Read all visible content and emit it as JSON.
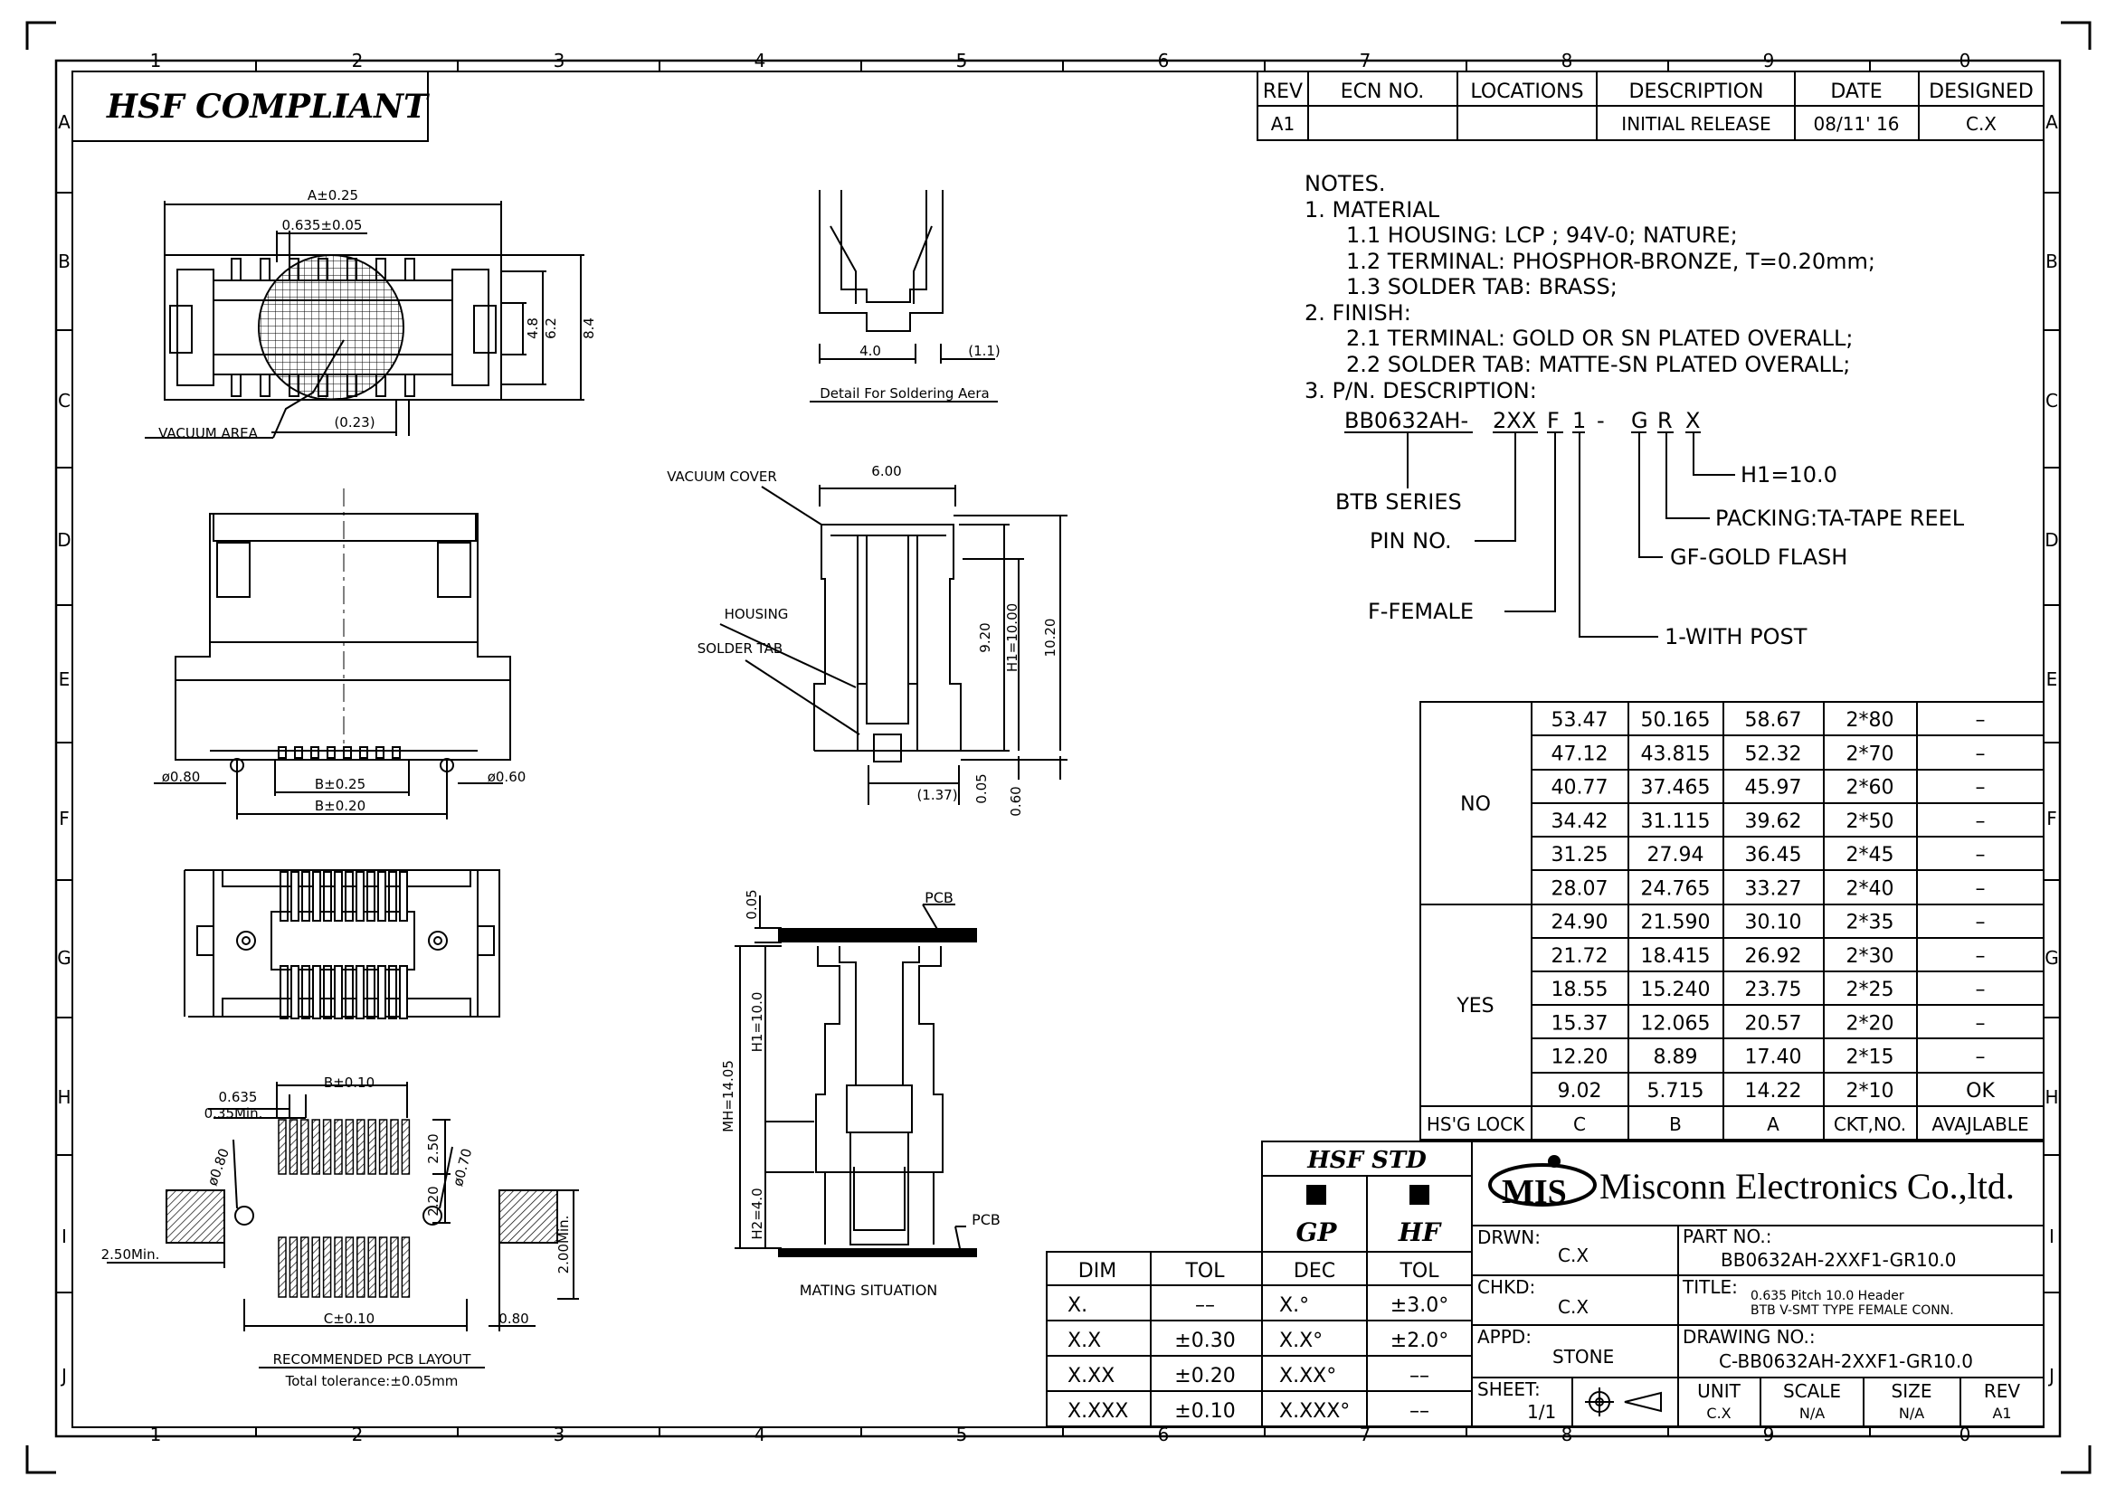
{
  "border": {
    "cols": [
      "1",
      "2",
      "3",
      "4",
      "5",
      "6",
      "7",
      "8",
      "9",
      "0"
    ],
    "rows": [
      "A",
      "B",
      "C",
      "D",
      "E",
      "F",
      "G",
      "H",
      "I",
      "J"
    ]
  },
  "hsf_compliant": "HSF COMPLIANT",
  "rev_table": {
    "headers": [
      "REV",
      "ECN NO.",
      "LOCATIONS",
      "DESCRIPTION",
      "DATE",
      "DESIGNED"
    ],
    "row": [
      "A1",
      "",
      "",
      "INITIAL RELEASE",
      "08/11' 16",
      "C.X"
    ]
  },
  "notes": {
    "title": "NOTES.",
    "lines": [
      "1.  MATERIAL",
      "1.1 HOUSING: LCP ; 94V-0; NATURE;",
      "1.2 TERMINAL: PHOSPHOR-BRONZE, T=0.20mm;",
      "1.3 SOLDER TAB: BRASS;",
      "2. FINISH:",
      "2.1 TERMINAL: GOLD OR SN PLATED OVERALL;",
      "2.2 SOLDER TAB: MATTE-SN PLATED OVERALL;",
      "3. P/N. DESCRIPTION:"
    ]
  },
  "pn": {
    "parts": [
      "BB0632AH-",
      "2XX",
      "F",
      "1",
      "-",
      "G",
      "R",
      "X"
    ],
    "labels": {
      "h1": "H1=10.0",
      "btb": "BTB  SERIES",
      "packing": "PACKING:TA-TAPE REEL",
      "pin": "PIN  NO.",
      "gf": "GF-GOLD  FLASH",
      "female": "F-FEMALE",
      "post": "1-WITH  POST"
    }
  },
  "size_table": {
    "groups": [
      {
        "label": "NO",
        "rows": 6
      },
      {
        "label": "YES",
        "rows": 6
      }
    ],
    "rows": [
      [
        "53.47",
        "50.165",
        "58.67",
        "2*80",
        "–"
      ],
      [
        "47.12",
        "43.815",
        "52.32",
        "2*70",
        "–"
      ],
      [
        "40.77",
        "37.465",
        "45.97",
        "2*60",
        "–"
      ],
      [
        "34.42",
        "31.115",
        "39.62",
        "2*50",
        "–"
      ],
      [
        "31.25",
        "27.94",
        "36.45",
        "2*45",
        "–"
      ],
      [
        "28.07",
        "24.765",
        "33.27",
        "2*40",
        "–"
      ],
      [
        "24.90",
        "21.590",
        "30.10",
        "2*35",
        "–"
      ],
      [
        "21.72",
        "18.415",
        "26.92",
        "2*30",
        "–"
      ],
      [
        "18.55",
        "15.240",
        "23.75",
        "2*25",
        "–"
      ],
      [
        "15.37",
        "12.065",
        "20.57",
        "2*20",
        "–"
      ],
      [
        "12.20",
        "8.89",
        "17.40",
        "2*15",
        "–"
      ],
      [
        "9.02",
        "5.715",
        "14.22",
        "2*10",
        "OK"
      ]
    ],
    "footer": [
      "HS'G LOCK",
      "C",
      "B",
      "A",
      "CKT,NO.",
      "AVAJLABLE"
    ]
  },
  "tol_table": {
    "headers": [
      "DIM",
      "TOL"
    ],
    "rows": [
      [
        "X.",
        "––"
      ],
      [
        "X.X",
        "±0.30"
      ],
      [
        "X.XX",
        "±0.20"
      ],
      [
        "X.XXX",
        "±0.10"
      ]
    ]
  },
  "hsf_std": {
    "title": "HSF  STD",
    "gp": "GP",
    "hf": "HF",
    "headers": [
      "DEC",
      "TOL"
    ],
    "rows": [
      [
        "X.°",
        "±3.0°"
      ],
      [
        "X.X°",
        "±2.0°"
      ],
      [
        "X.XX°",
        "––"
      ],
      [
        "X.XXX°",
        "––"
      ]
    ]
  },
  "title_block": {
    "logo": "MIS",
    "company": "Misconn Electronics Co.,ltd.",
    "drwn_label": "DRWN:",
    "drwn": "C.X",
    "chkd_label": "CHKD:",
    "chkd": "C.X",
    "appd_label": "APPD:",
    "appd": "STONE",
    "sheet_label": "SHEET:",
    "sheet": "1/1",
    "part_label": "PART  NO.:",
    "part": "BB0632AH-2XXF1-GR10.0",
    "title_label": "TITLE:",
    "title1": "0.635 Pitch 10.0 Header",
    "title2": "BTB V-SMT TYPE FEMALE CONN.",
    "drawing_label": "DRAWING  NO.:",
    "drawing": "C-BB0632AH-2XXF1-GR10.0",
    "unit_label": "UNIT",
    "unit": "C.X",
    "scale_label": "SCALE",
    "scale": "N/A",
    "size_label": "SIZE",
    "size": "N/A",
    "rev_label": "REV",
    "rev": "A1"
  },
  "view1": {
    "a": "A±0.25",
    "pitch": "0.635±0.05",
    "d48": "4.8",
    "d62": "6.2",
    "d84": "8.4",
    "vac": "VACUUM  AREA",
    "d023": "(0.23)"
  },
  "detail": {
    "d40": "4.0",
    "d11": "(1.1)",
    "label": "Detail  For  Soldering  Aera"
  },
  "view2": {
    "phi080": "ø0.80",
    "phi060": "ø0.60",
    "b025": "B±0.25",
    "b020": "B±0.20"
  },
  "view3": {
    "vcover": "VACUUM  COVER",
    "d600": "6.00",
    "housing": "HOUSING",
    "stab": "SOLDER  TAB",
    "d920": "9.20",
    "h1": "H1=10.00",
    "d1020": "10.20",
    "d137": "(1.37)",
    "d005": "0.05",
    "d060": "0.60"
  },
  "pcb_layout": {
    "d0635": "0.635",
    "d035": "0.35Min.",
    "b010": "B±0.10",
    "phi080": "ø0.80",
    "phi070": "ø0.70",
    "d250": "2.50",
    "d220": "2.20",
    "d250min": "2.50Min.",
    "d200min": "2.00Min.",
    "c010": "C±0.10",
    "d080": "0.80",
    "title": "RECOMMENDED  PCB  LAYOUT",
    "tol": "Total  tolerance:±0.05mm"
  },
  "mating": {
    "pcb": "PCB",
    "d005": "0.05",
    "mh": "MH=14.05",
    "h1": "H1=10.0",
    "h2": "H2=4.0",
    "title": "MATING  SITUATION"
  }
}
